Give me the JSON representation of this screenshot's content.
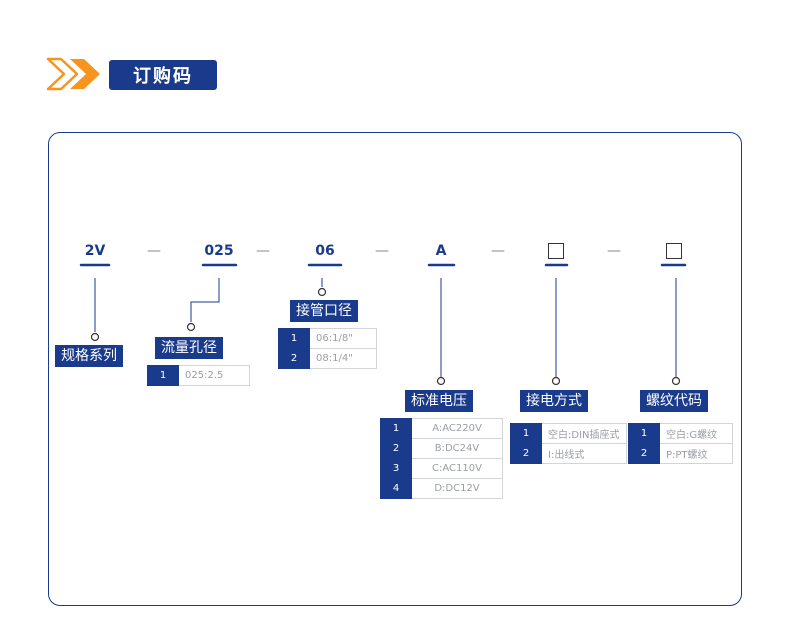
{
  "header": {
    "title": "订购码"
  },
  "colors": {
    "brand": "#1a3a8c",
    "accent": "#f7941d",
    "line": "#1a3a8c"
  },
  "codes": [
    "2V",
    "025",
    "06",
    "A"
  ],
  "separator": "—",
  "sections": [
    {
      "label": "规格系列",
      "options": []
    },
    {
      "label": "流量孔径",
      "options": [
        {
          "no": "1",
          "text": "025:2.5"
        }
      ]
    },
    {
      "label": "接管口径",
      "options": [
        {
          "no": "1",
          "text": "06:1/8\""
        },
        {
          "no": "2",
          "text": "08:1/4\""
        }
      ]
    },
    {
      "label": "标准电压",
      "options": [
        {
          "no": "1",
          "text": "A:AC220V"
        },
        {
          "no": "2",
          "text": "B:DC24V"
        },
        {
          "no": "3",
          "text": "C:AC110V"
        },
        {
          "no": "4",
          "text": "D:DC12V"
        }
      ]
    },
    {
      "label": "接电方式",
      "options": [
        {
          "no": "1",
          "text": "空白:DIN插座式"
        },
        {
          "no": "2",
          "text": "I:出线式"
        }
      ]
    },
    {
      "label": "螺纹代码",
      "options": [
        {
          "no": "1",
          "text": "空白:G螺纹"
        },
        {
          "no": "2",
          "text": "P:PT螺纹"
        }
      ]
    }
  ]
}
